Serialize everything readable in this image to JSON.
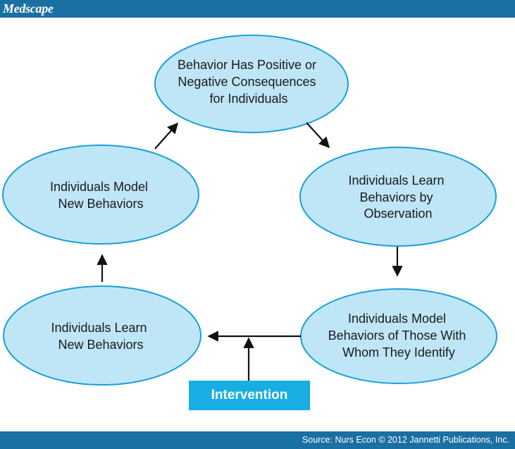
{
  "header": {
    "logo": "Medscape"
  },
  "footer": {
    "source": "Source: Nurs Econ © 2012 Jannetti Publications, Inc."
  },
  "diagram": {
    "nodes": [
      {
        "id": "consequences",
        "lines": [
          "Behavior Has Positive or",
          "Negative Consequences",
          "for Individuals"
        ]
      },
      {
        "id": "learn-by-observation",
        "lines": [
          "Individuals Learn",
          "Behaviors by",
          "Observation"
        ]
      },
      {
        "id": "model-identify",
        "lines": [
          "Individuals Model",
          "Behaviors of Those With",
          "Whom They Identify"
        ]
      },
      {
        "id": "learn-new",
        "lines": [
          "Individuals Learn",
          "New Behaviors"
        ]
      },
      {
        "id": "model-new",
        "lines": [
          "Individuals Model",
          "New Behaviors"
        ]
      }
    ],
    "intervention": "Intervention"
  },
  "colors": {
    "node_fill": "#bfe6f6",
    "node_stroke": "#1aa0d8",
    "bar": "#1a6fa3",
    "intervention": "#19aee3"
  }
}
